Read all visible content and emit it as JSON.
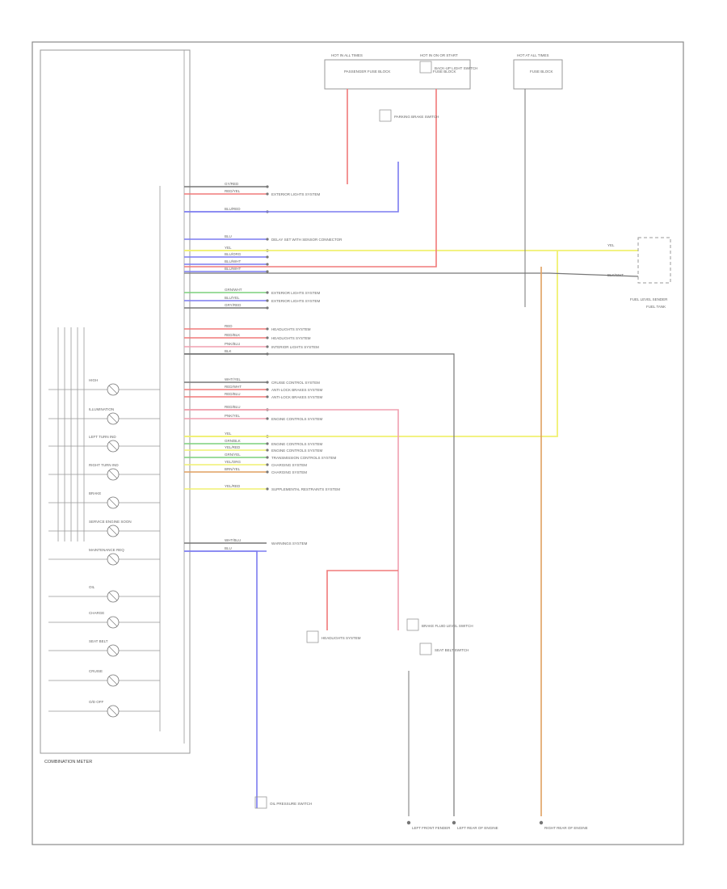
{
  "diagram": {
    "cluster_caption": "COMBINATION METER",
    "figure_id": "",
    "colors": {
      "red": "#f07a7a",
      "pink": "#f0a0b0",
      "blue": "#7c7cf0",
      "yellow": "#f0f070",
      "green": "#7cd07c",
      "orange": "#e0a060",
      "purple": "#b070b0",
      "gray": "#777777",
      "black": "#444444"
    },
    "fuse_boxes": [
      {
        "title": "HOT IN ALL TIMES",
        "fuse": "PASSENGER FUSE BLOCK"
      },
      {
        "title": "HOT IN ON OR START",
        "fuse": "FUSE BLOCK"
      },
      {
        "title": "HOT AT ALL TIMES",
        "fuse": "FUSE BLOCK"
      }
    ],
    "cluster_lamps": [
      {
        "label": "HIGH"
      },
      {
        "label": "ILLUMINATION"
      },
      {
        "label": "LEFT TURN IND"
      },
      {
        "label": "RIGHT TURN IND"
      },
      {
        "label": "BRAKE"
      },
      {
        "label": "SERVICE ENGINE SOON"
      },
      {
        "label": "MAINTENANCE REQ"
      },
      {
        "label": "OIL"
      },
      {
        "label": "CHARGE"
      },
      {
        "label": "SEAT BELT"
      },
      {
        "label": "CRUISE"
      },
      {
        "label": "O/D OFF"
      }
    ],
    "upper_wires": [
      {
        "color_label": "GY/RED",
        "dest": ""
      },
      {
        "color_label": "RED/YEL",
        "dest": "EXTERIOR LIGHTS SYSTEM"
      },
      {
        "color_label": "BLU/RED",
        "dest": ""
      },
      {
        "color_label": "BLU",
        "dest": "DELAY SET WITH SENSOR CONNECTOR"
      },
      {
        "color_label": "YEL",
        "dest": ""
      },
      {
        "color_label": "BLU/ORG",
        "dest": ""
      },
      {
        "color_label": "BLU/WHT",
        "dest": ""
      },
      {
        "color_label": "BLU/WHT",
        "dest": ""
      },
      {
        "color_label": "GRN/WHT",
        "dest": "EXTERIOR LIGHTS SYSTEM"
      },
      {
        "color_label": "BLU/YEL",
        "dest": "EXTERIOR LIGHTS SYSTEM"
      },
      {
        "color_label": "GRY/RED",
        "dest": ""
      },
      {
        "color_label": "RED",
        "dest": "HEADLIGHTS SYSTEM"
      },
      {
        "color_label": "RED/BLK",
        "dest": "HEADLIGHTS SYSTEM"
      },
      {
        "color_label": "PNK/BLU",
        "dest": "INTERIOR LIGHTS SYSTEM"
      },
      {
        "color_label": "BLK",
        "dest": ""
      }
    ],
    "lower_wires": [
      {
        "color_label": "WHT/YEL",
        "dest": "CRUISE CONTROL SYSTEM"
      },
      {
        "color_label": "RED/WHT",
        "dest": "ANTI-LOCK BRAKES SYSTEM"
      },
      {
        "color_label": "RED/BLU",
        "dest": "ANTI-LOCK BRAKES SYSTEM"
      },
      {
        "color_label": "RED/BLU",
        "dest": ""
      },
      {
        "color_label": "PNK/YEL",
        "dest": "ENGINE CONTROLS SYSTEM"
      },
      {
        "color_label": "YEL",
        "dest": ""
      },
      {
        "color_label": "GRN/BLK",
        "dest": "ENGINE CONTROLS SYSTEM"
      },
      {
        "color_label": "YEL/RED",
        "dest": "ENGINE CONTROLS SYSTEM"
      },
      {
        "color_label": "GRN/YEL",
        "dest": "TRANSMISSION CONTROLS SYSTEM"
      },
      {
        "color_label": "YEL/ORG",
        "dest": "CHARGING SYSTEM"
      },
      {
        "color_label": "BRN/YEL",
        "dest": "CHARGING SYSTEM"
      },
      {
        "color_label": "YEL/RED",
        "dest": "SUPPLEMENTAL RESTRAINTS SYSTEM"
      }
    ],
    "bottom_wires": [
      {
        "color_label": "WHT/BLU",
        "dest": "WARNINGS SYSTEM"
      },
      {
        "color_label": "BLU",
        "dest": ""
      }
    ],
    "fuel_sender_label": "FUEL LEVEL SENDER",
    "fuel_tank_label": "FUEL TANK",
    "yellow_label": "YEL",
    "black_label": "BLK/WHT",
    "components": [
      {
        "label": "HEADLIGHTS SYSTEM"
      },
      {
        "label": "BRAKE FLUID LEVEL SWITCH"
      },
      {
        "label": "OIL PRESSURE SWITCH"
      },
      {
        "label": "PARKING BRAKE SWITCH"
      },
      {
        "label": "BACK-UP LIGHT SWITCH"
      },
      {
        "label": "SEAT BELT SWITCH"
      }
    ],
    "grounds": [
      {
        "label": "LEFT FRONT FENDER"
      },
      {
        "label": "LEFT REAR OF ENGINE"
      },
      {
        "label": "RIGHT REAR OF ENGINE"
      }
    ]
  }
}
